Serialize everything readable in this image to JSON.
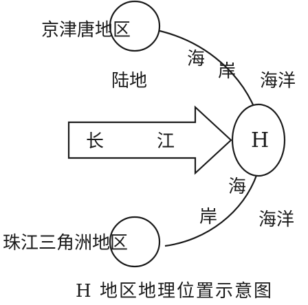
{
  "diagram": {
    "nodes": {
      "north_region": "京津唐地区",
      "south_region": "珠江三角洲地区",
      "h_node": "H"
    },
    "labels": {
      "land": "陆地",
      "coast_upper_1": "海",
      "coast_upper_2": "岸",
      "ocean_upper": "海洋",
      "coast_lower_1": "海",
      "coast_lower_2": "岸",
      "ocean_lower": "海洋"
    },
    "arrow": {
      "char_1": "长",
      "char_2": "江"
    },
    "caption": "H 地区地理位置示意图"
  }
}
